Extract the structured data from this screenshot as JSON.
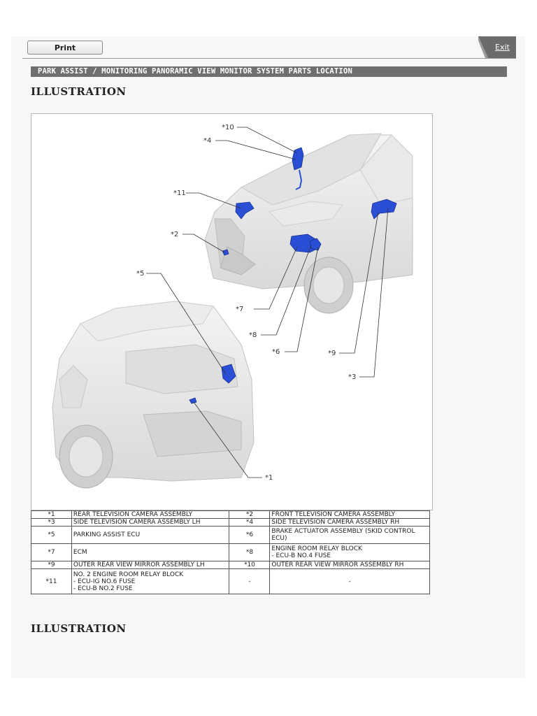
{
  "toolbar": {
    "print_label": "Print",
    "exit_label": "Exit"
  },
  "breadcrumb": "PARK ASSIST / MONITORING  PANORAMIC VIEW MONITOR SYSTEM  PARTS LOCATION",
  "section_heading": "ILLUSTRATION",
  "second_heading": "ILLUSTRATION",
  "accent_color": "#2a4fd6",
  "callouts": {
    "c1": "*1",
    "c2": "*2",
    "c3": "*3",
    "c4": "*4",
    "c5": "*5",
    "c6": "*6",
    "c7": "*7",
    "c8": "*8",
    "c9": "*9",
    "c10": "*10",
    "c11": "*11"
  },
  "parts_table": [
    {
      "n1": "*1",
      "d1": "REAR TELEVISION CAMERA ASSEMBLY",
      "n2": "*2",
      "d2": "FRONT TELEVISION CAMERA ASSEMBLY"
    },
    {
      "n1": "*3",
      "d1": "SIDE TELEVISION CAMERA ASSEMBLY LH",
      "n2": "*4",
      "d2": "SIDE TELEVISION CAMERA ASSEMBLY RH"
    },
    {
      "n1": "*5",
      "d1": "PARKING ASSIST ECU",
      "n2": "*6",
      "d2": "BRAKE ACTUATOR ASSEMBLY (SKID CONTROL ECU)"
    },
    {
      "n1": "*7",
      "d1": "ECM",
      "n2": "*8",
      "d2": "ENGINE ROOM RELAY BLOCK\n- ECU-B NO.4 FUSE"
    },
    {
      "n1": "*9",
      "d1": "OUTER REAR VIEW MIRROR ASSEMBLY LH",
      "n2": "*10",
      "d2": "OUTER REAR VIEW MIRROR ASSEMBLY RH"
    },
    {
      "n1": "*11",
      "d1": "NO. 2 ENGINE ROOM RELAY BLOCK\n- ECU-IG NO.6 FUSE\n- ECU-B NO.2 FUSE",
      "n2": "-",
      "d2": "-"
    }
  ]
}
